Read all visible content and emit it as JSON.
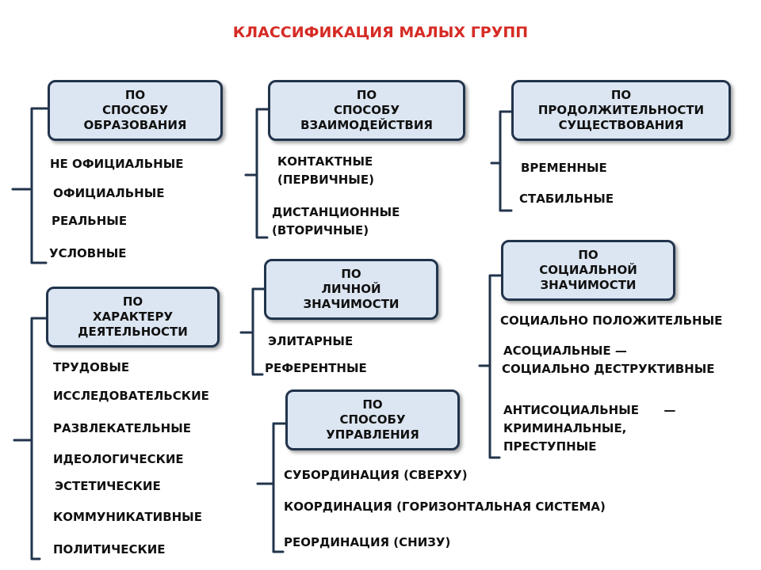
{
  "title": "КЛАССИФИКАЦИЯ МАЛЫХ ГРУПП",
  "groups": [
    {
      "header": [
        "ПО",
        "СПОСОБУ",
        "ОБРАЗОВАНИЯ"
      ],
      "items": [
        "НЕ ОФИЦИАЛЬНЫЕ",
        "ОФИЦИАЛЬНЫЕ",
        "РЕАЛЬНЫЕ",
        "УСЛОВНЫЕ"
      ]
    },
    {
      "header": [
        "ПО",
        "СПОСОБУ",
        "ВЗАИМОДЕЙСТВИЯ"
      ],
      "items": [
        "КОНТАКТНЫЕ",
        "(ПЕРВИЧНЫЕ)",
        "ДИСТАНЦИОННЫЕ",
        "(ВТОРИЧНЫЕ)"
      ]
    },
    {
      "header": [
        "ПО",
        "ПРОДОЛЖИТЕЛЬНОСТИ",
        "СУЩЕСТВОВАНИЯ"
      ],
      "items": [
        "ВРЕМЕННЫЕ",
        "СТАБИЛЬНЫЕ"
      ]
    },
    {
      "header": [
        "ПО",
        "ХАРАКТЕРУ",
        "ДЕЯТЕЛЬНОСТИ"
      ],
      "items": [
        "ТРУДОВЫЕ",
        "ИССЛЕДОВАТЕЛЬСКИЕ",
        "РАЗВЛЕКАТЕЛЬНЫЕ",
        "ИДЕОЛОГИЧЕСКИЕ",
        "ЭСТЕТИЧЕСКИЕ",
        "КОММУНИКАТИВНЫЕ",
        "ПОЛИТИЧЕСКИЕ"
      ]
    },
    {
      "header": [
        "ПО",
        "ЛИЧНОЙ",
        "ЗНАЧИМОСТИ"
      ],
      "items": [
        "ЭЛИТАРНЫЕ",
        "РЕФЕРЕНТНЫЕ"
      ]
    },
    {
      "header": [
        "ПО",
        "СПОСОБУ",
        "УПРАВЛЕНИЯ"
      ],
      "items": [
        "СУБОРДИНАЦИЯ (СВЕРХУ)",
        "КООРДИНАЦИЯ (ГОРИЗОНТАЛЬНАЯ СИСТЕМА)",
        "РЕОРДИНАЦИЯ (СНИЗУ)"
      ]
    },
    {
      "header": [
        "ПО",
        "СОЦИАЛЬНОЙ",
        "ЗНАЧИМОСТИ"
      ],
      "items": [
        "СОЦИАЛЬНО ПОЛОЖИТЕЛЬНЫЕ",
        "АСОЦИАЛЬНЫЕ —",
        "СОЦИАЛЬНО ДЕСТРУКТИВНЫЕ",
        "АНТИСОЦИАЛЬНЫЕ      —",
        "КРИМИНАЛЬНЫЕ,",
        "ПРЕСТУПНЫЕ"
      ]
    }
  ]
}
